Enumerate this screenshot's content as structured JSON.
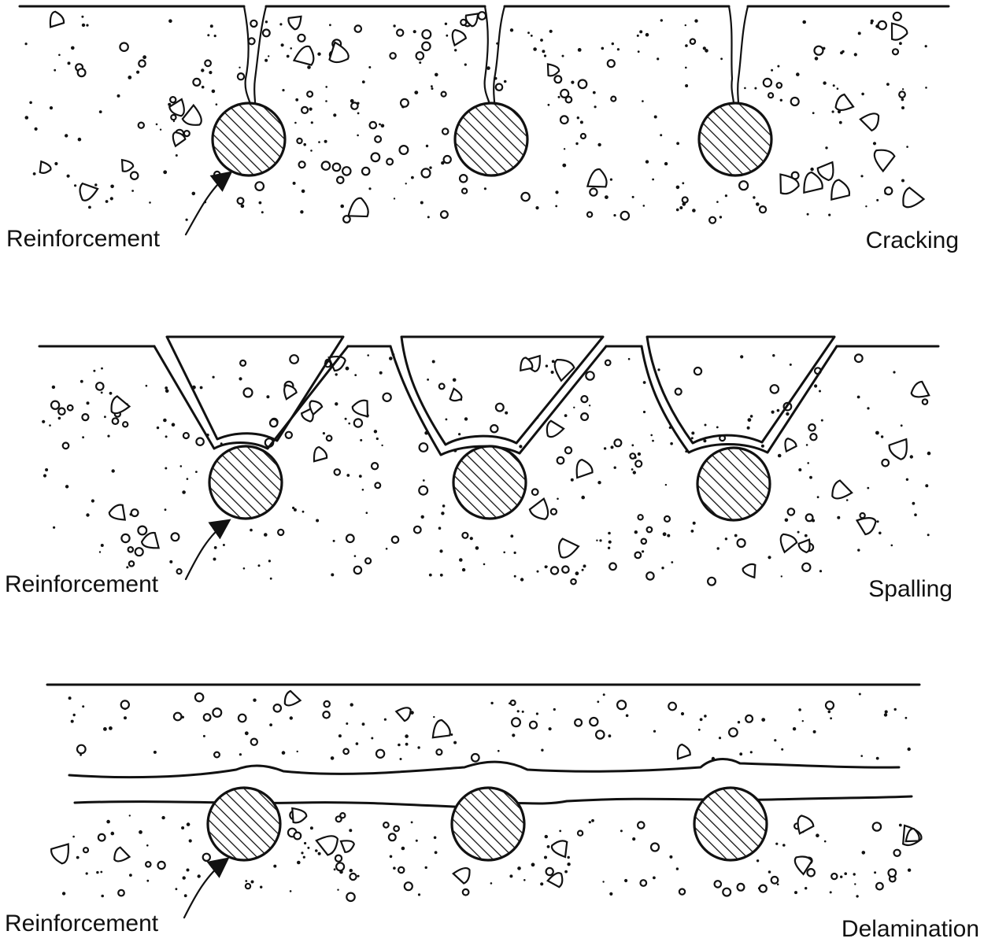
{
  "panels": [
    {
      "id": "cracking",
      "pointer_label": "Reinforcement",
      "title": "Cracking"
    },
    {
      "id": "spalling",
      "pointer_label": "Reinforcement",
      "title": "Spalling"
    },
    {
      "id": "delamination",
      "pointer_label": "Reinforcement",
      "title": "Delamination"
    }
  ],
  "colors": {
    "ink": "#111111",
    "background": "#ffffff"
  }
}
